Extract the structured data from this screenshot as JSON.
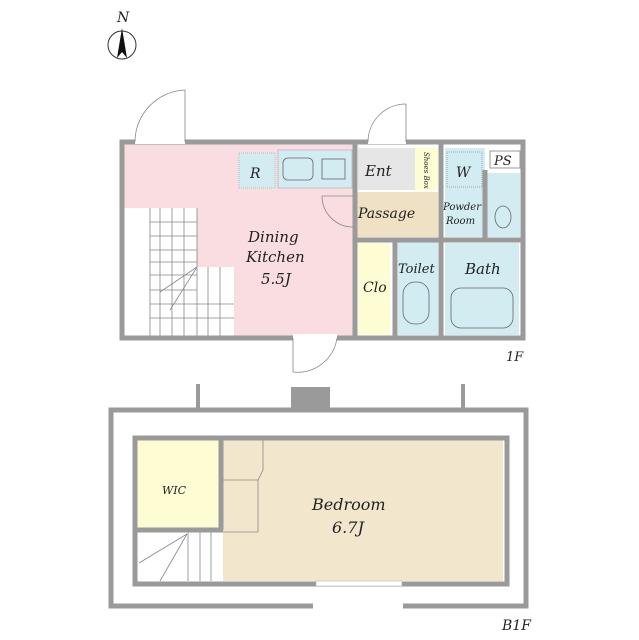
{
  "compass": {
    "label": "N"
  },
  "floor_1f": {
    "label": "1F",
    "rooms": {
      "dining_kitchen": {
        "name_line1": "Dining",
        "name_line2": "Kitchen",
        "size": "5.5J"
      },
      "refrigerator": "R",
      "entrance": "Ent",
      "shoes_box": "Shoes Box",
      "passage": "Passage",
      "washer": "W",
      "ps": "PS",
      "powder_room_line1": "Powder",
      "powder_room_line2": "Room",
      "closet": "Clo",
      "toilet": "Toilet",
      "bath": "Bath"
    }
  },
  "floor_b1f": {
    "label": "B1F",
    "rooms": {
      "wic": "WIC",
      "bedroom": {
        "name": "Bedroom",
        "size": "6.7J"
      }
    }
  },
  "colors": {
    "dk": "#f9dde0",
    "wet": "#d3ecf1",
    "ent": "#e6e6e6",
    "passage": "#efe1c3",
    "closet": "#fdfcd2",
    "bedroom": "#f2e6cc",
    "wall": "#9a9a9a"
  }
}
